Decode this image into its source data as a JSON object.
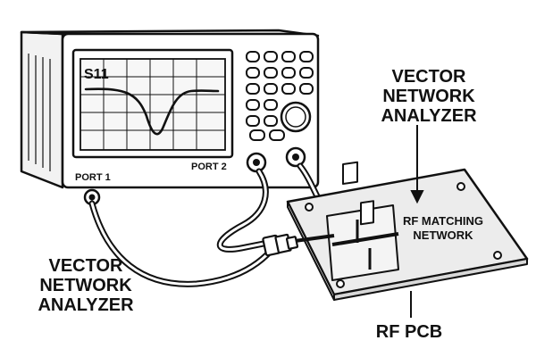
{
  "screen": {
    "trace_label": "S11"
  },
  "ports": {
    "port1": "PORT 1",
    "port2": "PORT 2"
  },
  "callouts": {
    "vna_top": [
      "VECTOR",
      "NETWORK",
      "ANALYZER"
    ],
    "vna_bottom": [
      "VECTOR",
      "NETWORK",
      "ANALYZER"
    ],
    "rf_matching": [
      "RF MATCHING",
      "NETWORK"
    ],
    "rf_pcb": "RF PCB"
  },
  "colors": {
    "ink": "#111111",
    "screen": "#f7f7f7",
    "pcb": "#ececec",
    "background": "#ffffff"
  }
}
